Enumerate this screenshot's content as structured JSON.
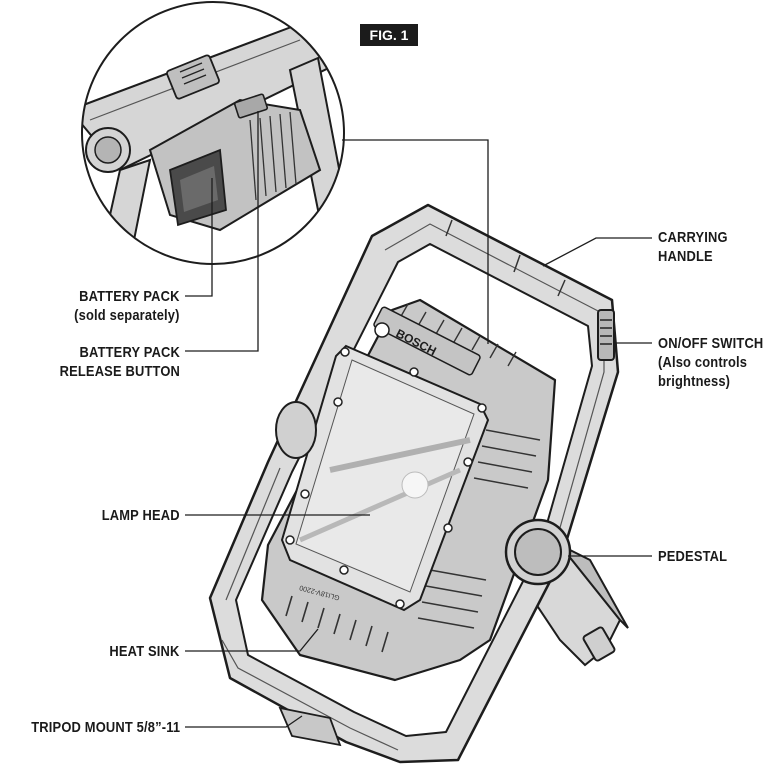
{
  "figure": {
    "label": "FIG. 1"
  },
  "brand": {
    "logo_text": "BOSCH"
  },
  "labels": {
    "carrying_handle": [
      "CARRYING",
      "HANDLE"
    ],
    "battery_pack": [
      "BATTERY PACK",
      "(sold separately)"
    ],
    "on_off_switch": [
      "ON/OFF SWITCH",
      "(Also controls",
      "brightness)"
    ],
    "battery_release": [
      "BATTERY PACK",
      "RELEASE BUTTON"
    ],
    "lamp_head": "LAMP HEAD",
    "pedestal": "PEDESTAL",
    "heat_sink": "HEAT SINK",
    "tripod_mount": "TRIPOD MOUNT 5/8”-11"
  }
}
